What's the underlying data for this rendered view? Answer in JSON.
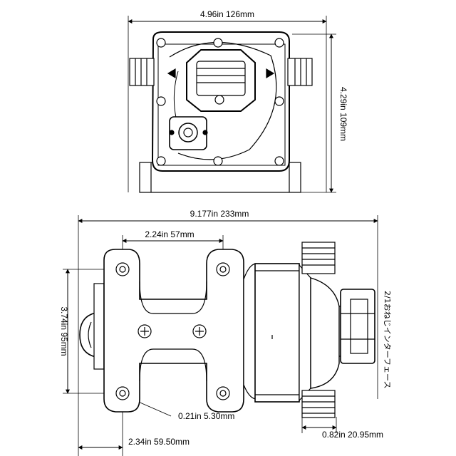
{
  "top_view": {
    "width_label": "4.96in   126mm",
    "height_label": "4.29in   109mm"
  },
  "side_view": {
    "overall_length_label": "9.177in   233mm",
    "hole_spacing_label": "2.24in   57mm",
    "height_label": "3.74in   95mm",
    "hole_diameter_label": "0.21in   5.30mm",
    "base_offset_label": "2.34in   59.50mm",
    "port_label": "0.82in   20.95mm",
    "interface_label": "2/1おねじインターフェース"
  },
  "colors": {
    "line": "#000000",
    "fill": "#ffffff",
    "shade": "#e6e6e6",
    "dark": "#1a1a1a"
  }
}
